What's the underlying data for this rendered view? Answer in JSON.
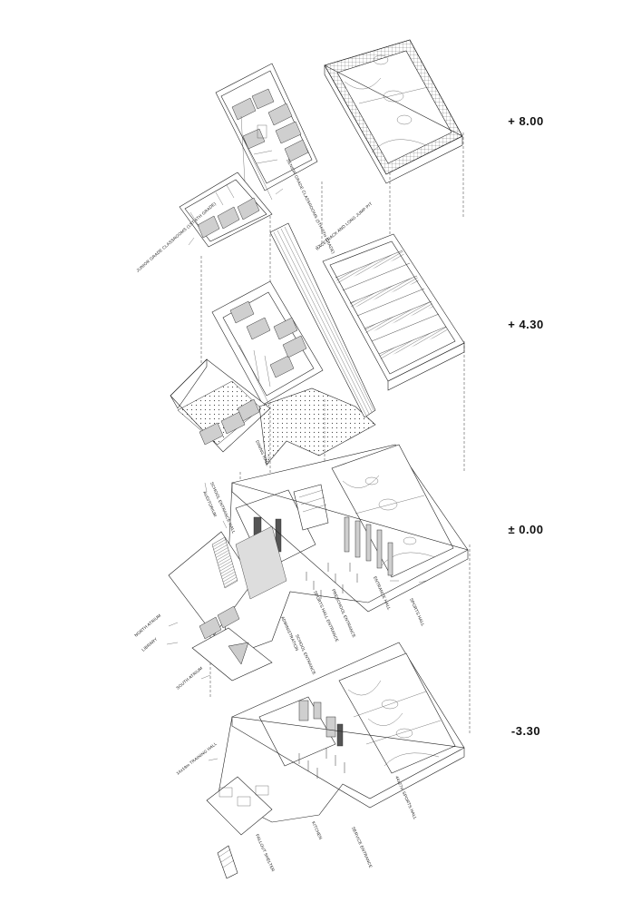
{
  "levels": [
    {
      "id": "l8",
      "label": "+ 8.00"
    },
    {
      "id": "l43",
      "label": "+ 4.30"
    },
    {
      "id": "l0",
      "label": "± 0.00"
    },
    {
      "id": "lm33",
      "label": "-3.30"
    }
  ],
  "labels": {
    "junior_classrooms": "JUNIOR GRADE CLASSROOMS (1ST-4TH GRADE)",
    "senior_classrooms": "SENIOR GRADE CLASSROOMS (5TH-8TH GRADE)",
    "racetrack": "RACETRACK AND LONG JUMP PIT",
    "school_entrance_hall": "SCHOOL ENTRANCE HALL",
    "auditorium": "AUDITORIUM",
    "dining_hall": "DINING HALL",
    "north_atrium": "NORTH ATRIUM",
    "library": "LIBRARY",
    "south_atrium": "SOUTH ATRIUM",
    "administration": "ADMINISTRATION",
    "school_entrance": "SCHOOL ENTRANCE",
    "sports_hall_entrance": "SPORTS HALL ENTRANCE",
    "preschool_entrance": "PRESCHOOL ENTRANCE",
    "entrance_hall": "ENTRANCE HALL",
    "sports_hall": "SPORTS HALL",
    "training_hall": "14x19m TRAINING HALL",
    "fallout_shelter": "FALLOUT SHELTER",
    "kitchen": "KITCHEN",
    "service_entrance": "SERVICE ENTRANCE",
    "sports_hall_44": "44x27m SPORTS HALL"
  }
}
